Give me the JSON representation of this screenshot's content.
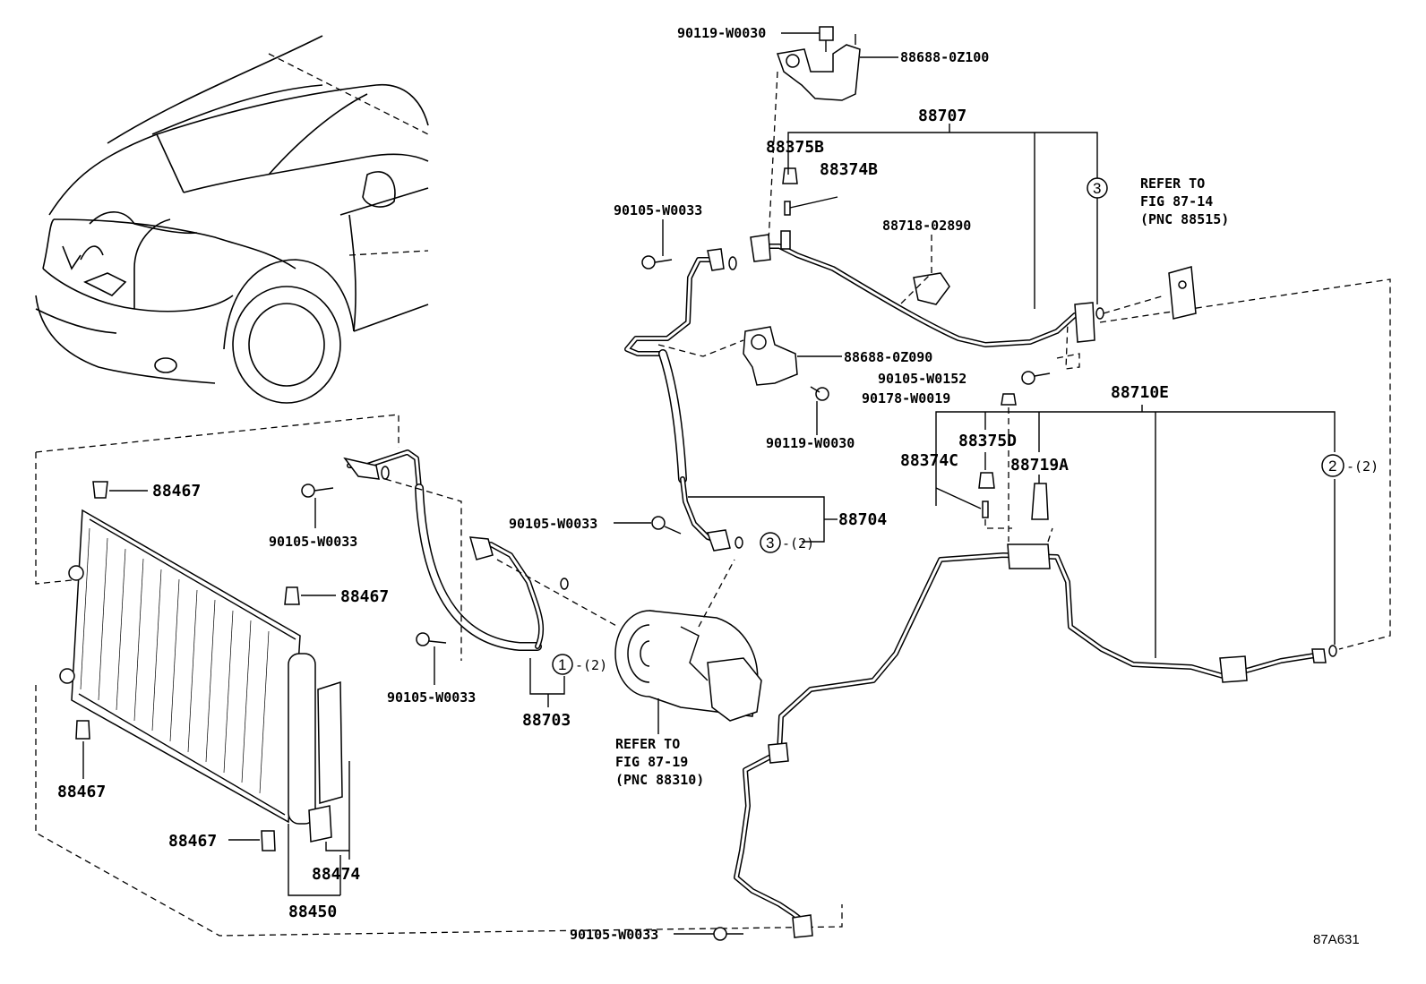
{
  "diagram_id": "87A631",
  "part_labels": {
    "bolt_top": "90119-W0030",
    "bracket_top": "88688-0Z100",
    "pipe_88707": "88707",
    "cap_88375b": "88375B",
    "valve_88374b": "88374B",
    "clamp_88718": "88718-02890",
    "bolt_90105_a": "90105-W0033",
    "bracket_mid": "88688-0Z090",
    "bolt_90105_w0152": "90105-W0152",
    "nut_90178": "90178-W0019",
    "pipe_88710e": "88710E",
    "bolt_mid_lower": "90119-W0030",
    "cap_88375d": "88375D",
    "valve_88374c": "88374C",
    "switch_88719a": "88719A",
    "hose_88704": "88704",
    "bolt_90105_b": "90105-W0033",
    "bolt_90105_c": "90105-W0033",
    "hose_88703": "88703",
    "bolt_90105_d": "90105-W0033",
    "cushion_1": "88467",
    "cushion_2": "88467",
    "cushion_3": "88467",
    "cushion_4": "88467",
    "dryer_88474": "88474",
    "condenser_88450": "88450",
    "bolt_90105_bottom": "90105-W0033"
  },
  "refer_expansion_valve": [
    "REFER TO",
    "FIG 87-14",
    "(PNC 88515)"
  ],
  "refer_compressor": [
    "REFER TO",
    "FIG 87-19",
    "(PNC 88310)"
  ],
  "callouts": {
    "c1": "1",
    "c2": "2",
    "c3": "3",
    "c3_top": "3",
    "c2_qty": "-(2)",
    "c1_qty": "-(2)",
    "c3_qty": "-(2)"
  }
}
